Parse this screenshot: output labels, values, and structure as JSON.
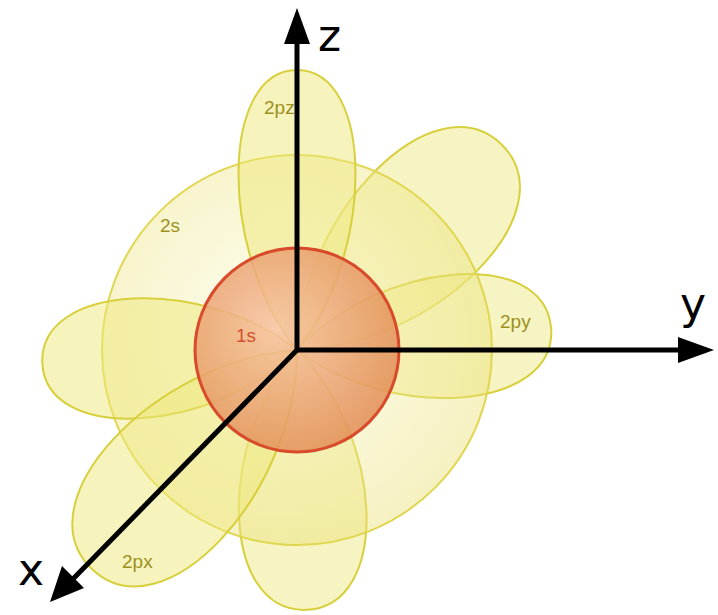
{
  "diagram": {
    "labels": [
      "z",
      "y",
      "x",
      "2pz",
      "2s",
      "1s",
      "2py",
      "2px"
    ]
  }
}
